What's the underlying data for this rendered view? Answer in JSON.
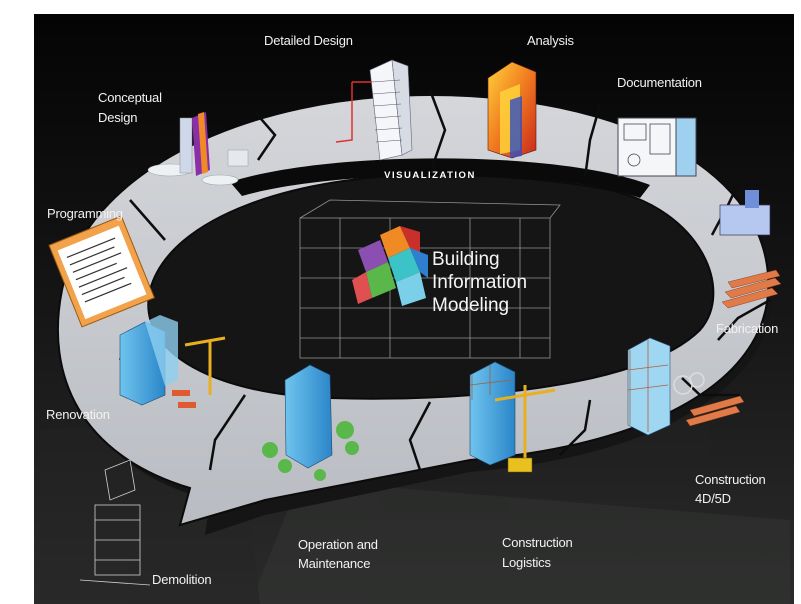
{
  "diagram": {
    "ring_band_label": "VISUALIZATION",
    "center_title": [
      "Building",
      "Information",
      "Modeling"
    ],
    "stages": {
      "conceptual_design": [
        "Conceptual",
        "Design"
      ],
      "detailed_design": [
        "Detailed Design"
      ],
      "analysis": [
        "Analysis"
      ],
      "documentation": [
        "Documentation"
      ],
      "fabrication": [
        "Fabrication"
      ],
      "construction_4d5d": [
        "Construction",
        "4D/5D"
      ],
      "construction_logistics": [
        "Construction",
        "Logistics"
      ],
      "operation_maintenance": [
        "Operation and",
        "Maintenance"
      ],
      "demolition": [
        "Demolition"
      ],
      "renovation": [
        "Renovation"
      ],
      "programming": [
        "Programming"
      ]
    },
    "colors": {
      "ring": "#c4c6cb",
      "ring_shadow": "#1a1a1a",
      "background": "#050505",
      "logo_orange": "#f08a24",
      "logo_red": "#c9302c",
      "logo_blue": "#2f7fd0",
      "logo_green": "#5ab84a",
      "logo_purple": "#8a4fb0",
      "logo_teal": "#3cc3c8"
    }
  }
}
